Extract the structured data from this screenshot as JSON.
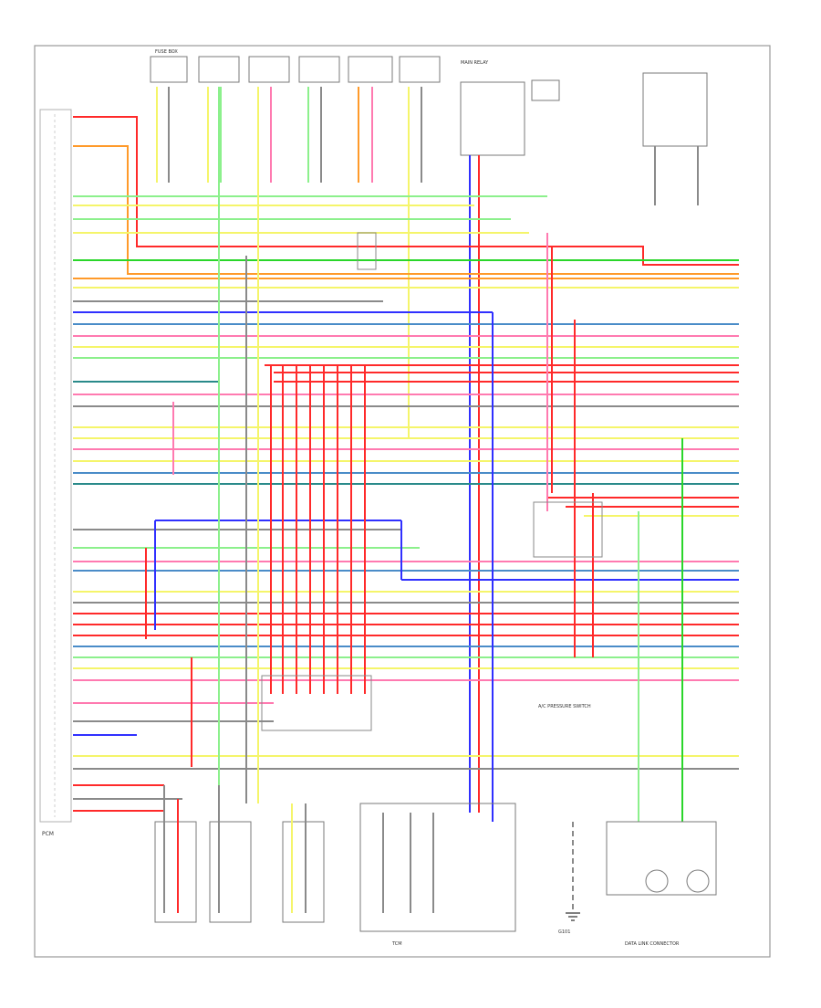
{
  "diagram": {
    "footer_id": "",
    "components": {
      "pcm": "PCM",
      "main_relay": "MAIN RELAY",
      "a_c_pressure_switch": "A/C PRESSURE SWITCH",
      "tcm": "TCM",
      "fuse_box": "FUSE BOX",
      "data_link_connector": "DATA LINK CONNECTOR",
      "ground": "G101"
    },
    "wire_colors": {
      "red": "#ff2a2a",
      "orange": "#ff9a2a",
      "yellow": "#f5f56a",
      "light_green": "#8cf08c",
      "green": "#2ad62a",
      "blue": "#3030ff",
      "light_blue": "#4a8cc8",
      "teal": "#2a8a8a",
      "pink": "#ff7ab0",
      "gray": "#8a8a8a",
      "black": "#222222"
    }
  }
}
